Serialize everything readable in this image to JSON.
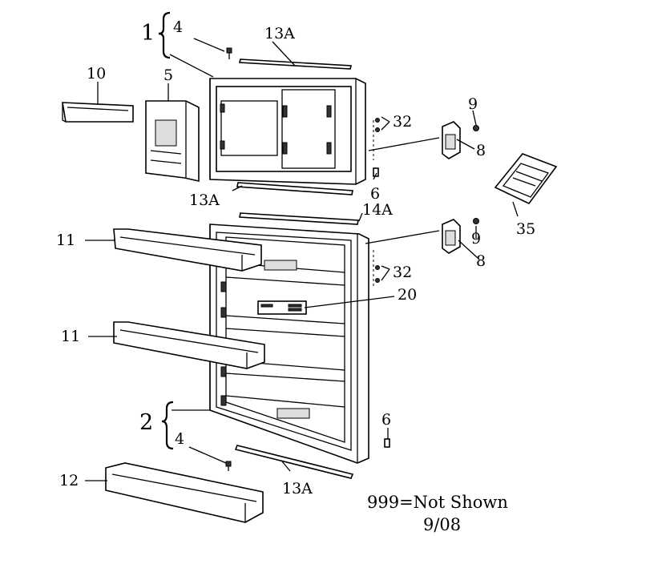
{
  "labels": {
    "door_assembly_upper": "1",
    "door_assembly_lower": "2",
    "screw_top": "4",
    "screw_bottom": "4",
    "evap_door": "5",
    "hinge_pin_top": "6",
    "hinge_pin_bottom": "6",
    "handle_upper": "8",
    "handle_lower": "8",
    "handle_screw_upper": "9",
    "handle_screw_lower": "9",
    "shelf_freezer": "10",
    "shelf_upper": "11",
    "shelf_middle": "11",
    "shelf_bottom": "12",
    "gasket_top": "13A",
    "gasket_mid": "13A",
    "gasket_bottom": "13A",
    "gasket_fridge_top": "14A",
    "name_plate": "20",
    "screws_upper": "32",
    "screws_lower": "32",
    "instruction_card": "35"
  },
  "footnote": {
    "line1": "999=Not Shown",
    "line2": "9/08"
  }
}
